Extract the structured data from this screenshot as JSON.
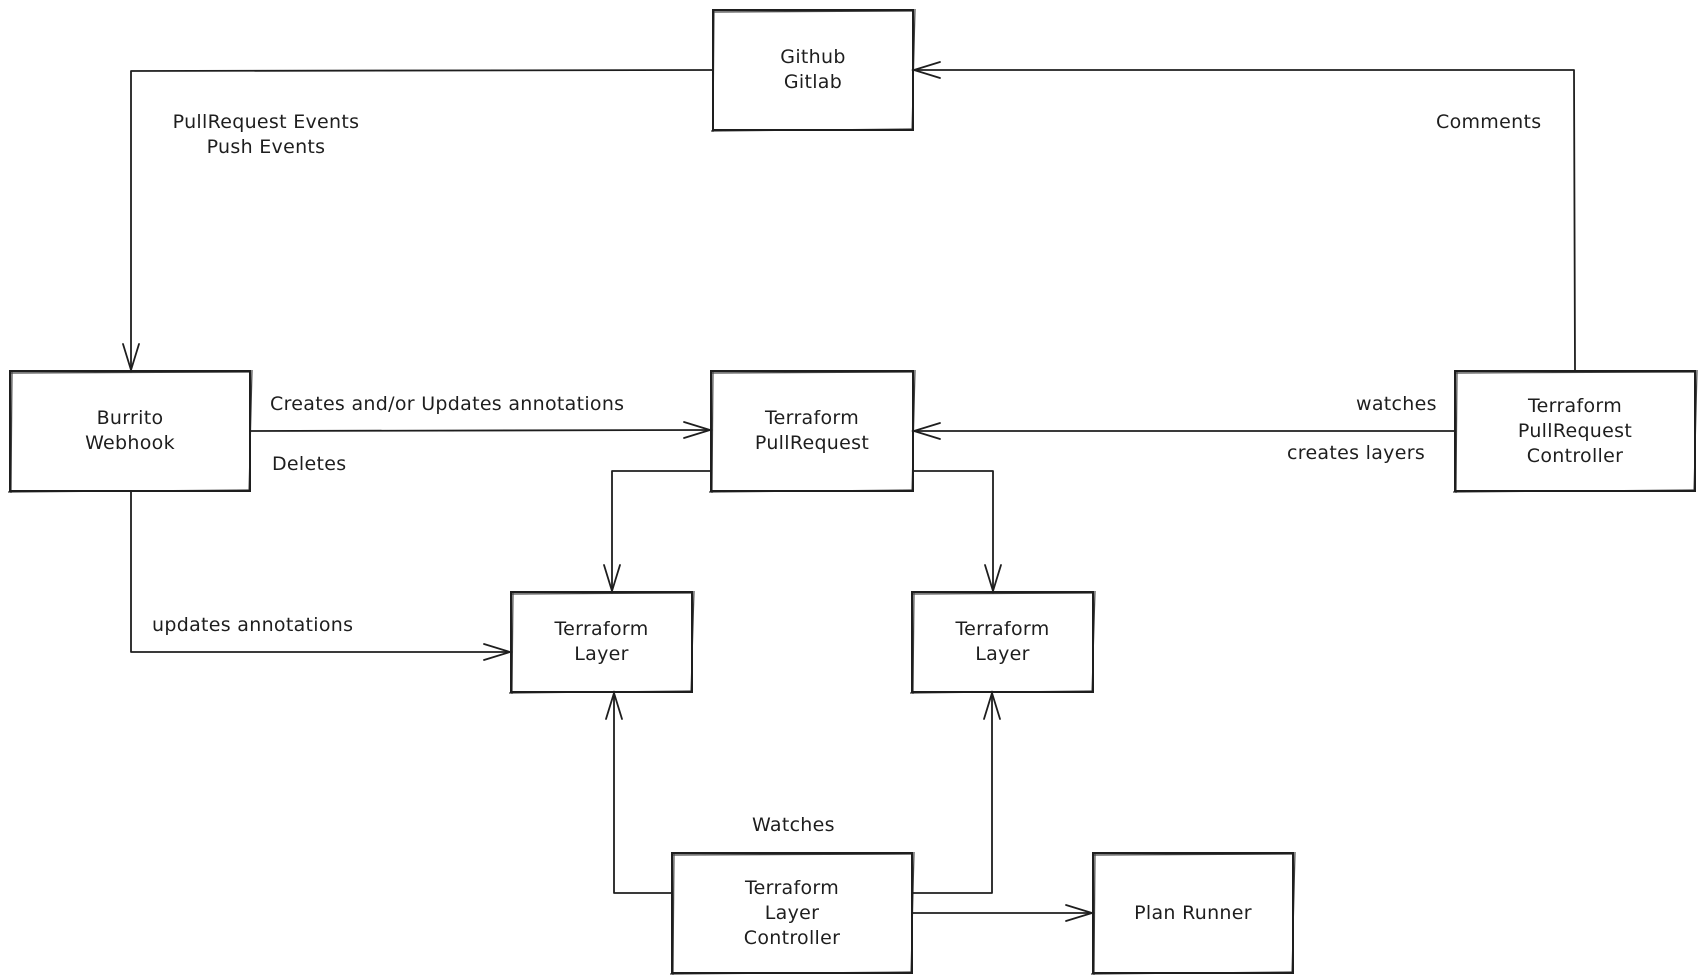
{
  "nodes": {
    "github": {
      "line1": "Github",
      "line2": "Gitlab"
    },
    "burrito_webhook": {
      "line1": "Burrito",
      "line2": "Webhook"
    },
    "tf_pullrequest": {
      "line1": "Terraform",
      "line2": "PullRequest"
    },
    "tf_pr_controller": {
      "line1": "Terraform",
      "line2": "PullRequest",
      "line3": "Controller"
    },
    "tf_layer_left": {
      "line1": "Terraform",
      "line2": "Layer"
    },
    "tf_layer_right": {
      "line1": "Terraform",
      "line2": "Layer"
    },
    "tf_layer_controller": {
      "line1": "Terraform",
      "line2": "Layer",
      "line3": "Controller"
    },
    "plan_runner": {
      "line1": "Plan Runner"
    }
  },
  "edges": {
    "vcs_events": {
      "line1": "PullRequest Events",
      "line2": "Push Events"
    },
    "comments": "Comments",
    "creates_updates": "Creates and/or Updates annotations",
    "deletes": "Deletes",
    "watches_pr": "watches",
    "creates_layers": "creates layers",
    "updates_annotations": "updates annotations",
    "watches_layers": "Watches"
  }
}
